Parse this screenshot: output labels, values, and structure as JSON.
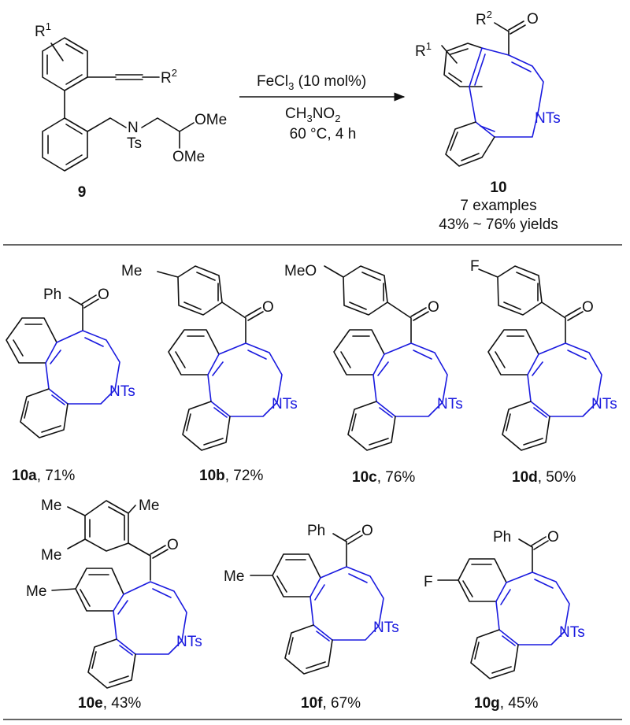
{
  "reaction": {
    "starting_material": {
      "label": "9",
      "substituents": {
        "r1": "R",
        "r1_sup": "1",
        "r2": "R",
        "r2_sup": "2",
        "n": "N",
        "ts": "Ts",
        "ome1": "OMe",
        "ome2": "OMe"
      }
    },
    "conditions": {
      "catalyst": "FeCl",
      "catalyst_sub": "3",
      "catalyst_loading": "(10 mol%)",
      "solvent_a": "CH",
      "solvent_sub1": "3",
      "solvent_b": "NO",
      "solvent_sub2": "2",
      "temp_time": "60 °C, 4 h"
    },
    "product": {
      "label": "10",
      "scope_count": "7 examples",
      "yield_range": "43% ~ 76% yields",
      "substituents": {
        "r1": "R",
        "r1_sup": "1",
        "r2": "R",
        "r2_sup": "2",
        "o": "O",
        "nts": "NTs"
      }
    }
  },
  "examples": [
    {
      "id": "10a",
      "yield": ", 71%",
      "aryl": "Ph",
      "ring_sub": "",
      "o": "O",
      "nts": "NTs"
    },
    {
      "id": "10b",
      "yield": ", 72%",
      "aryl_sub": "Me",
      "ring_sub": "",
      "o": "O",
      "nts": "NTs"
    },
    {
      "id": "10c",
      "yield": ", 76%",
      "aryl_sub": "MeO",
      "ring_sub": "",
      "o": "O",
      "nts": "NTs"
    },
    {
      "id": "10d",
      "yield": ", 50%",
      "aryl_sub": "F",
      "ring_sub": "",
      "o": "O",
      "nts": "NTs"
    },
    {
      "id": "10e",
      "yield": ", 43%",
      "aryl_subs": [
        "Me",
        "Me",
        "Me"
      ],
      "ring_sub": "Me",
      "o": "O",
      "nts": "NTs"
    },
    {
      "id": "10f",
      "yield": ", 67%",
      "aryl": "Ph",
      "ring_sub": "Me",
      "o": "O",
      "nts": "NTs"
    },
    {
      "id": "10g",
      "yield": ", 45%",
      "aryl": "Ph",
      "ring_sub": "F",
      "o": "O",
      "nts": "NTs"
    }
  ],
  "colors": {
    "highlight": "#1a1adf",
    "ink": "#111111"
  }
}
